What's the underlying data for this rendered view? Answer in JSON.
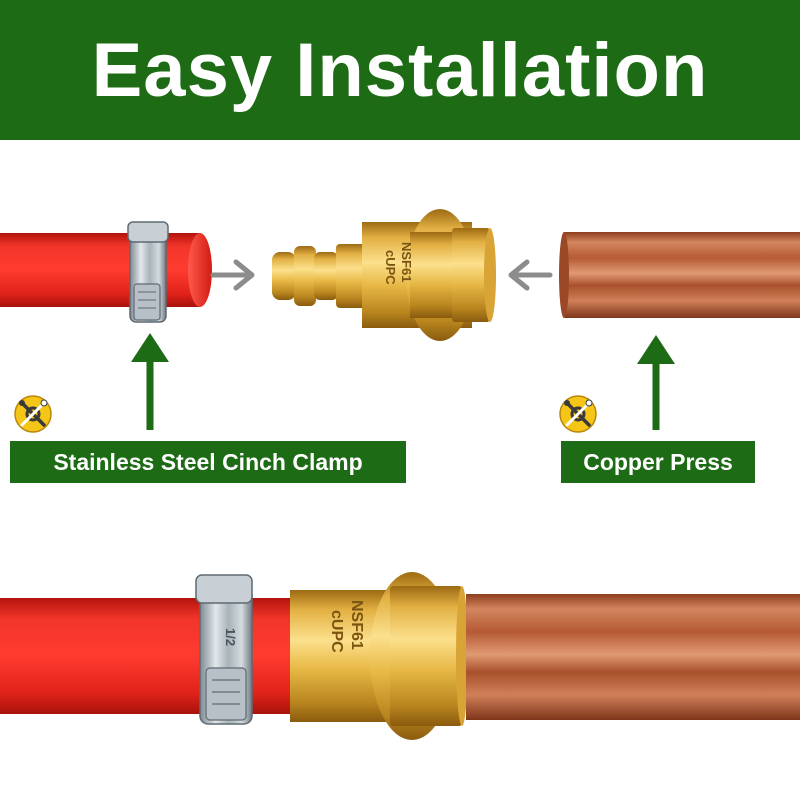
{
  "banner": {
    "title": "Easy Installation"
  },
  "labels": {
    "clamp": "Stainless Steel Cinch Clamp",
    "press": "Copper Press"
  },
  "fitting_markings": {
    "line1": "cUPC",
    "line2": "NSF61"
  },
  "clamp_markings": {
    "text": "1/2"
  },
  "icons": {
    "left": "wrench-gear-icon",
    "right": "wrench-gear-icon",
    "arrows": "arrow-icon"
  },
  "colors": {
    "banner": "#1e6b16",
    "label_box": "#1e6b16",
    "arrow_green": "#1e6b16",
    "arrow_gray": "#8c8c8c",
    "pex_red": "#e8241c",
    "brass": "#e4b53c",
    "copper": "#c6734a",
    "icon_badge": "#f5c518"
  }
}
